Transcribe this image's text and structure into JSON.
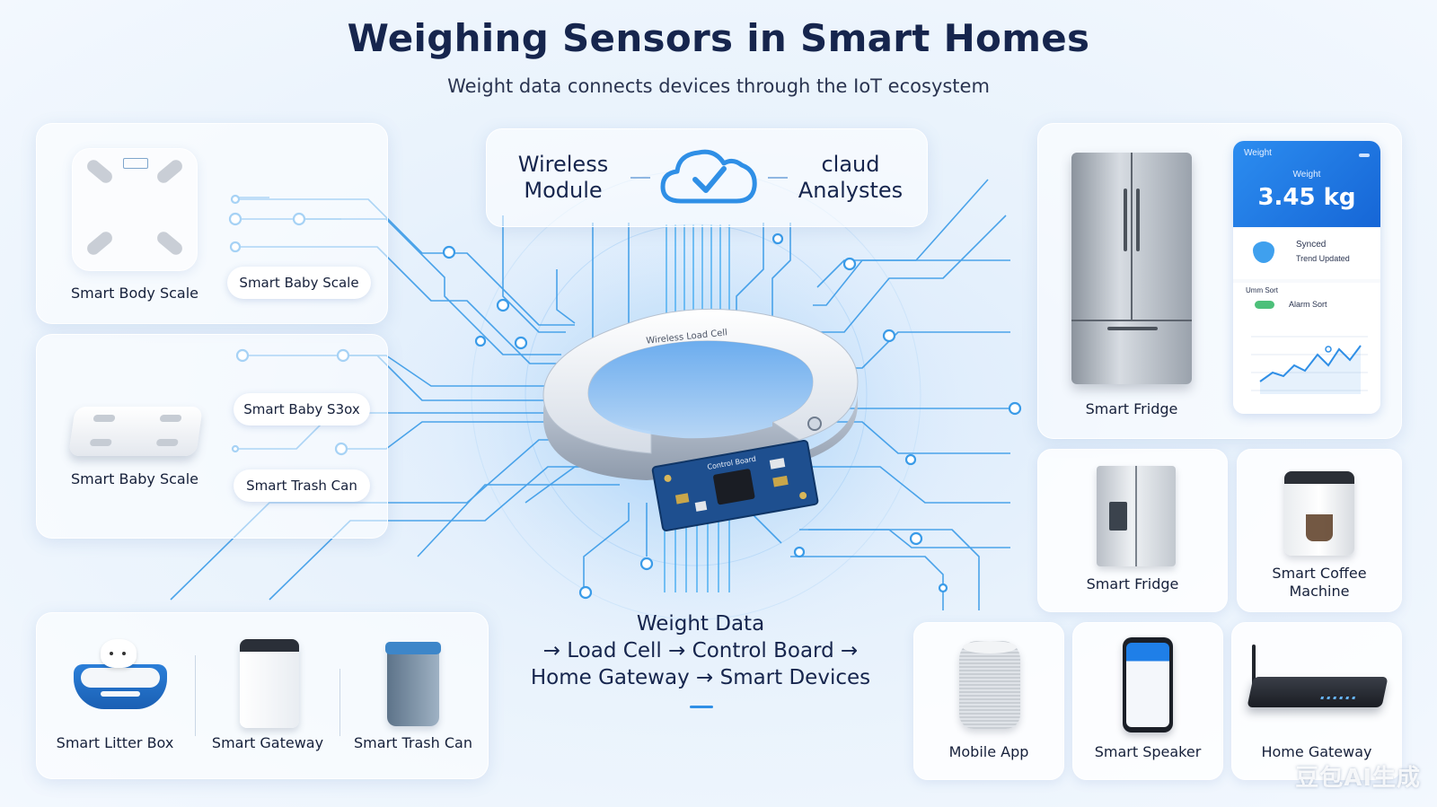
{
  "header": {
    "title": "Weighing Sensors in Smart Homes",
    "subtitle": "Weight data connects devices through the IoT ecosystem"
  },
  "top_module": {
    "left_text": "Wireless\nModule",
    "right_text": "claud\nAnalystes"
  },
  "center": {
    "load_cell_label": "Wireless Load Cell",
    "board_label": "Control Board"
  },
  "left_panel_top": {
    "device_label": "Smart Body Scale",
    "pill_label": "Smart Baby Scale"
  },
  "left_panel_mid": {
    "device_label": "Smart Baby Scale",
    "pill_1": "Smart Baby S3ox",
    "pill_2": "Smart Trash Can"
  },
  "bottom_left_panel": {
    "items": [
      "Smart Litter Box",
      "Smart Gateway",
      "Smart Trash Can"
    ]
  },
  "flow": {
    "line1": "Weight Data",
    "line2": "→ Load Cell → Control Board →",
    "line3": "Home Gateway → Smart Devices"
  },
  "right_top_panel": {
    "device_label": "Smart Fridge",
    "app": {
      "header_small": "Weight",
      "header_caption": "Weight",
      "value": "3.45 kg",
      "status_1": "Synced",
      "status_2": "Trend Updated",
      "chart_caption": "Umm Sort",
      "alarm": "Alarm Sort"
    }
  },
  "right_mid_tiles": {
    "items": [
      "Smart Fridge",
      "Smart Coffee\nMachine"
    ]
  },
  "bottom_right_tiles": {
    "items": [
      "Mobile App",
      "Smart Speaker",
      "Home Gateway"
    ]
  },
  "watermark": "豆包AI生成",
  "colors": {
    "accent": "#2f8fe6",
    "circuit": "#3a9be8",
    "title": "#16254d",
    "app_header": "#1f7fe8"
  }
}
